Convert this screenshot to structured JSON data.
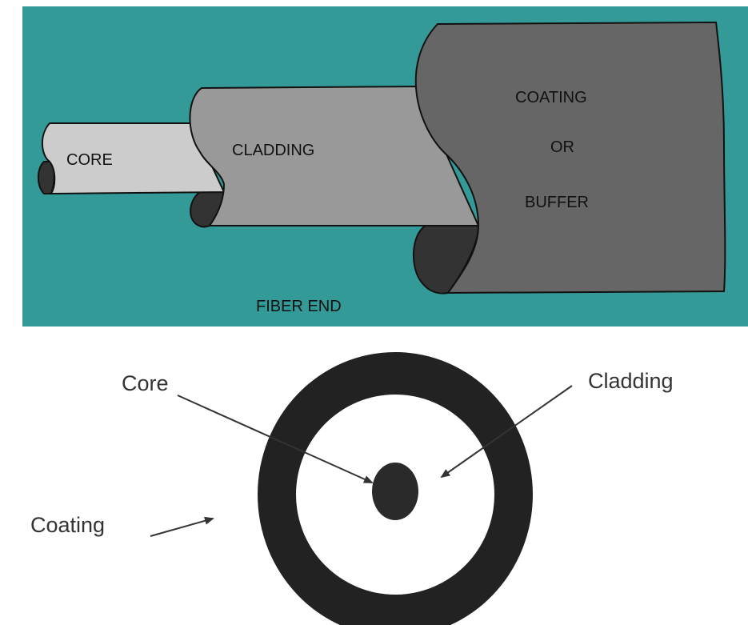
{
  "top_diagram": {
    "title": "FIBER END",
    "labels": {
      "core": "CORE",
      "cladding": "CLADDING",
      "coating_line1": "COATING",
      "coating_line2": "OR",
      "coating_line3": "BUFFER"
    },
    "colors": {
      "background": "#339a98",
      "core": "#cccccc",
      "cladding": "#999999",
      "coating": "#666666",
      "end_cap": "#333333",
      "outline": "#111111"
    }
  },
  "bottom_diagram": {
    "labels": {
      "core": "Core",
      "cladding": "Cladding",
      "coating": "Coating"
    },
    "colors": {
      "ring": "#222222",
      "core": "#2a2a2a",
      "arrow": "#333333",
      "text": "#333333"
    }
  }
}
